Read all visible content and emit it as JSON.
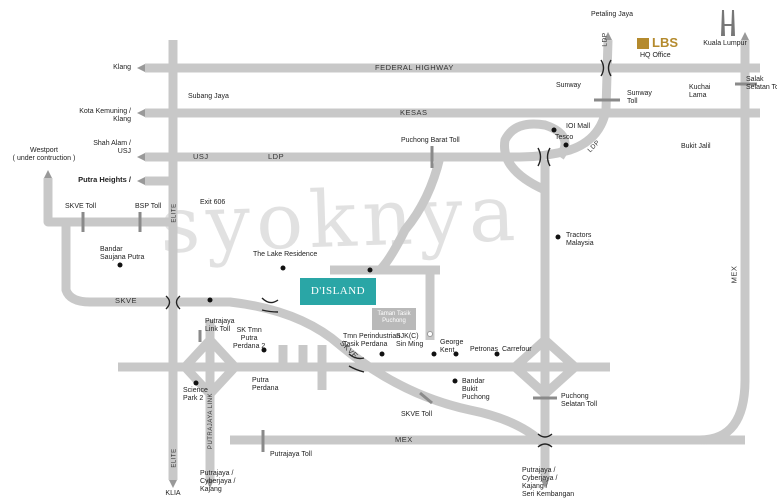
{
  "watermark": "syoknya",
  "highlight": "D'ISLAND",
  "highlight_sub": "Taman Tasik Puchong",
  "brand": {
    "name": "LBS",
    "sub": "HQ Office"
  },
  "roads": {
    "federal": "FEDERAL HIGHWAY",
    "kesas": "KESAS",
    "ldp": "LDP",
    "ldp_v": "LDP",
    "ldp_diag": "LDP",
    "skve": "SKVE",
    "skve_diag": "SKVE",
    "mex": "MEX",
    "mex_v": "MEX",
    "elite": "ELITE",
    "elite2": "ELITE",
    "putrajaya_link": "PUTRAJAYA LINK",
    "usj": "USJ"
  },
  "places": {
    "klang": "Klang",
    "kota_kemuning": "Kota Kemuning /\nKlang",
    "shah_alam": "Shah Alam /\nUSJ",
    "westport": "Westport\n( under contruction )",
    "putra_heights": "Putra Heights /",
    "subang_jaya": "Subang Jaya",
    "petaling_jaya": "Petaling Jaya",
    "kuala_lumpur": "Kuala Lumpur",
    "sunway": "Sunway",
    "sunway_toll": "Sunway\nToll",
    "salak_selatan_toll": "Salak\nSelatan Toll",
    "kuchai_lama": "Kuchai\nLama",
    "bukit_jalil": "Bukit Jalil",
    "ioi_mall": "IOI Mall",
    "tesco": "Tesco",
    "puchong_barat_toll": "Puchong Barat Toll",
    "tractors": "Tractors\nMalaysia",
    "skve_toll": "SKVE Toll",
    "bsp_toll": "BSP Toll",
    "exit606": "Exit 606",
    "bandar_saujana": "Bandar\nSaujana Putra",
    "lake_residence": "The Lake Residence",
    "putrajaya_link_toll": "Putrajaya\nLink Toll",
    "sk_tmn": "SK Tmn\nPutra\nPerdana 2",
    "tmn_perindustrian": "Tmn Perindustrian\nTasik Perdana",
    "sjkc": "SJK(C)\nSin Ming",
    "george_kent": "George\nKent",
    "petronas": "Petronas",
    "carrefour": "Carrefour",
    "science_park": "Science\nPark 2",
    "putra_perdana": "Putra\nPerdana",
    "bandar_bukit_puchong": "Bandar\nBukit\nPuchong",
    "puchong_selatan_toll": "Puchong\nSelatan Toll",
    "skve_toll2": "SKVE Toll",
    "putrajaya_toll": "Putrajaya Toll",
    "klia": "KLIA",
    "putrajaya_cyberjaya": "Putrajaya /\nCyberjaya /\nKajang",
    "putrajaya_seri": "Putrajaya /\nCyberjaya /\nKajang /\nSeri Kembangan"
  },
  "icons": [
    "arrow-left-icon",
    "arrow-up-icon",
    "arrow-down-icon",
    "location-dot-icon",
    "twin-tower-icon",
    "lbs-logo-icon"
  ],
  "colors": {
    "road": "#c8c8c8",
    "road_dark": "#9a9a9a",
    "highlight": "#2aa6a6",
    "brand": "#b48a2d",
    "label": "#222222"
  }
}
